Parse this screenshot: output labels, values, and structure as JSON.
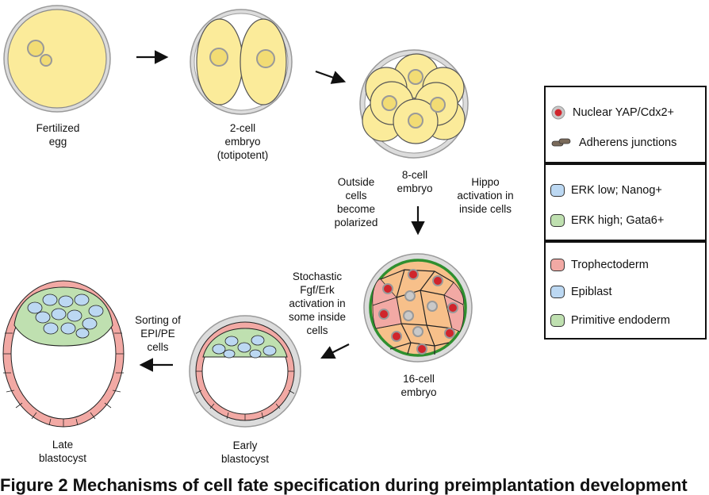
{
  "stages": {
    "fertilized_egg": "Fertilized\negg",
    "two_cell": "2-cell\nembryo\n(totipotent)",
    "eight_cell": "8-cell\nembryo",
    "sixteen_cell": "16-cell\nembryo",
    "early_blastocyst": "Early\nblastocyst",
    "late_blastocyst": "Late\nblastocyst"
  },
  "annotations": {
    "outside_cells": "Outside\ncells\nbecome\npolarized",
    "hippo": "Hippo\nactivation in\ninside cells",
    "stochastic": "Stochastic\nFgf/Erk\nactivation in\nsome inside\ncells",
    "sorting": "Sorting of\nEPI/PE\ncells"
  },
  "legend": {
    "group1": [
      {
        "label": "Nuclear YAP/Cdx2+",
        "icon": "nucleus-icon"
      },
      {
        "label": "Adherens junctions",
        "icon": "junction-icon"
      }
    ],
    "group2": [
      {
        "label": "ERK low; Nanog+",
        "color": "#bcd8f2"
      },
      {
        "label": "ERK high; Gata6+",
        "color": "#bfe0b0"
      }
    ],
    "group3": [
      {
        "label": "Trophectoderm",
        "color": "#f2a9a4"
      },
      {
        "label": "Epiblast",
        "color": "#bcd8f2"
      },
      {
        "label": "Primitive endoderm",
        "color": "#bfe0b0"
      }
    ]
  },
  "colors": {
    "yolk": "#fbeb9a",
    "zona": "#d8d8d8",
    "nucleus": "#f2dc74",
    "trophectoderm": "#f2a9a4",
    "epiblast": "#bcd8f2",
    "primitive_endoderm": "#bfe0b0",
    "green_rim": "#3aa23a",
    "yap_red": "#d0252c",
    "orange_cell": "#f7c08a",
    "grey_nucleus": "#c9c9c9"
  },
  "caption": "Figure 2 Mechanisms of cell fate specification during preimplantation development"
}
